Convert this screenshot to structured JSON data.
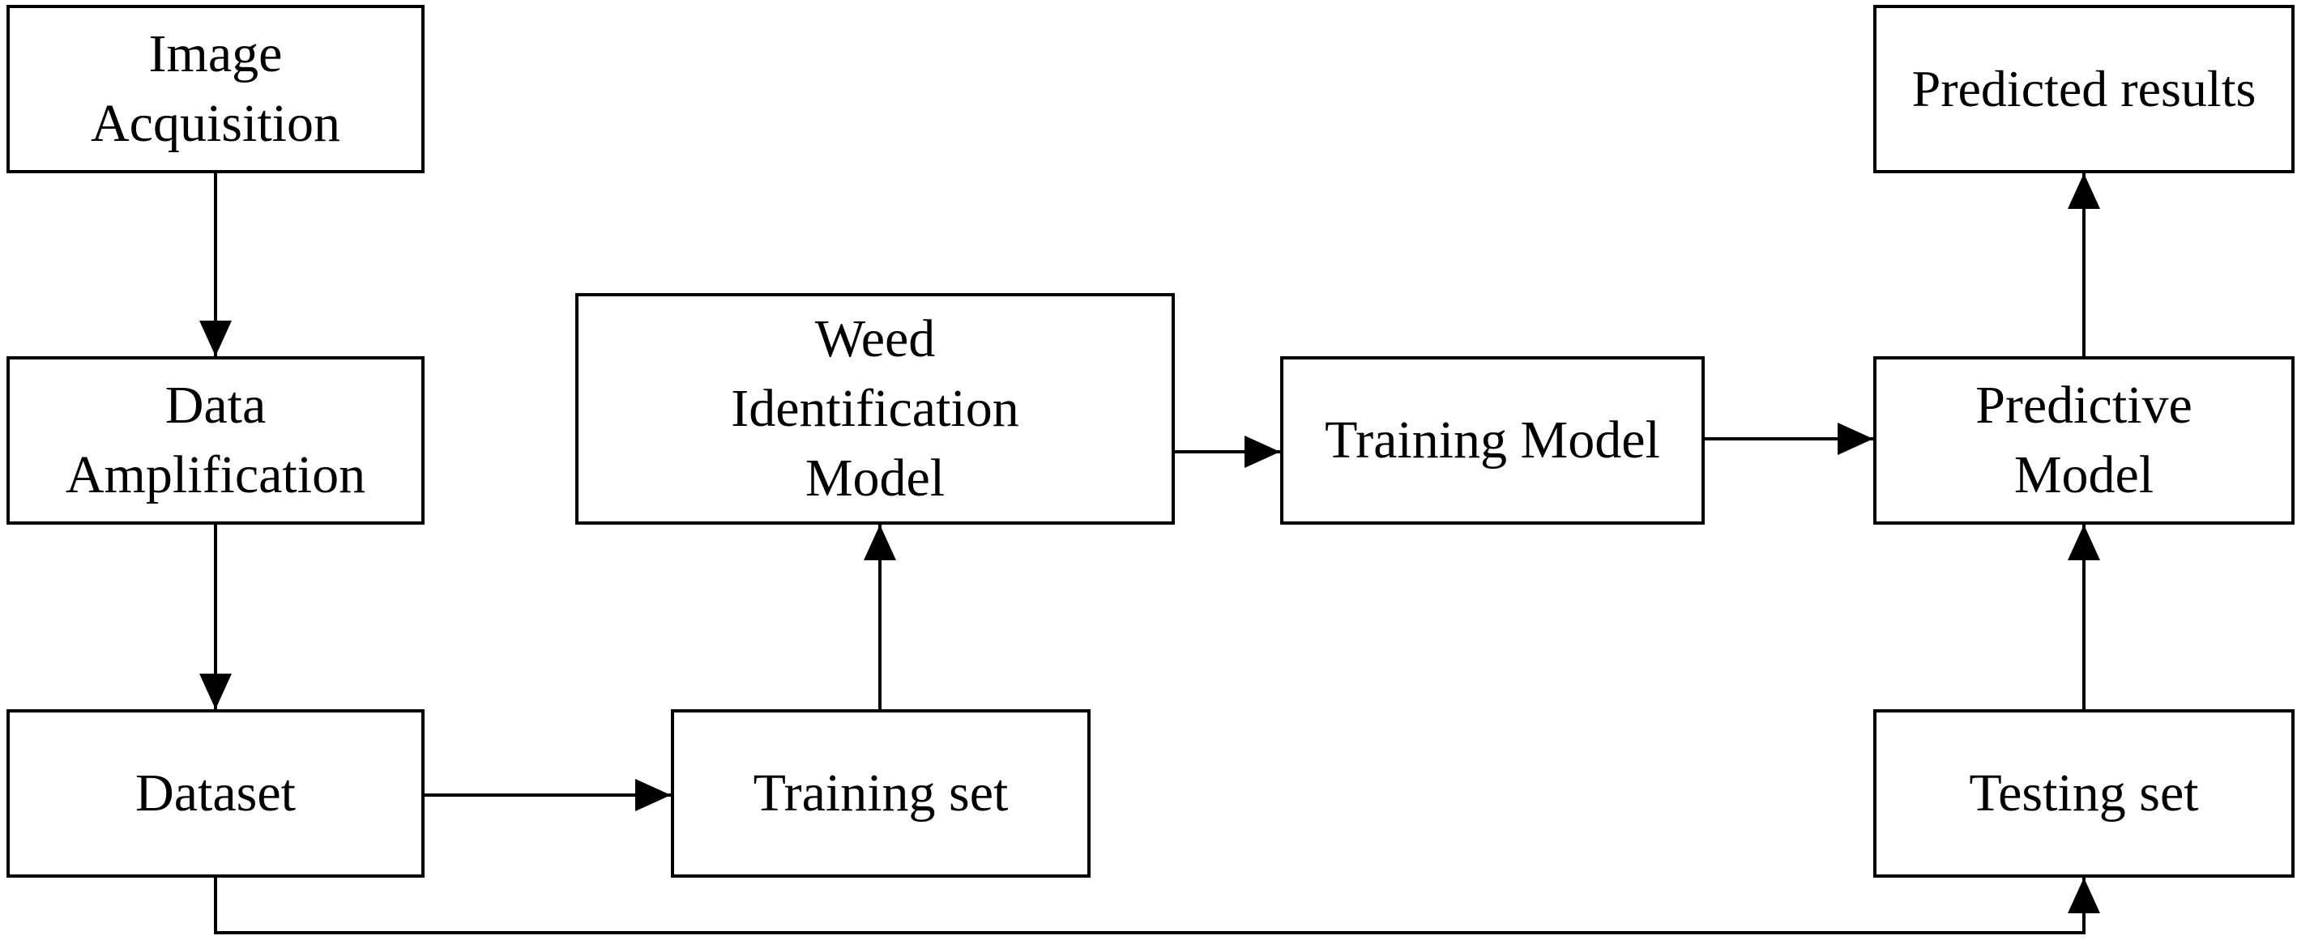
{
  "diagram": {
    "nodes": {
      "image_acquisition": "Image\nAcquisition",
      "data_amplification": "Data\nAmplification",
      "dataset": "Dataset",
      "training_set": "Training set",
      "weed_identification_model": "Weed\nIdentification\nModel",
      "training_model": "Training Model",
      "predictive_model": "Predictive\nModel",
      "predicted_results": "Predicted results",
      "testing_set": "Testing set"
    },
    "edges": [
      {
        "from": "image_acquisition",
        "to": "data_amplification"
      },
      {
        "from": "data_amplification",
        "to": "dataset"
      },
      {
        "from": "dataset",
        "to": "training_set"
      },
      {
        "from": "training_set",
        "to": "weed_identification_model"
      },
      {
        "from": "weed_identification_model",
        "to": "training_model"
      },
      {
        "from": "training_model",
        "to": "predictive_model"
      },
      {
        "from": "predictive_model",
        "to": "predicted_results"
      },
      {
        "from": "testing_set",
        "to": "predictive_model"
      },
      {
        "from": "dataset",
        "to": "testing_set"
      }
    ],
    "colors": {
      "stroke": "#000000",
      "fill": "#ffffff"
    }
  }
}
